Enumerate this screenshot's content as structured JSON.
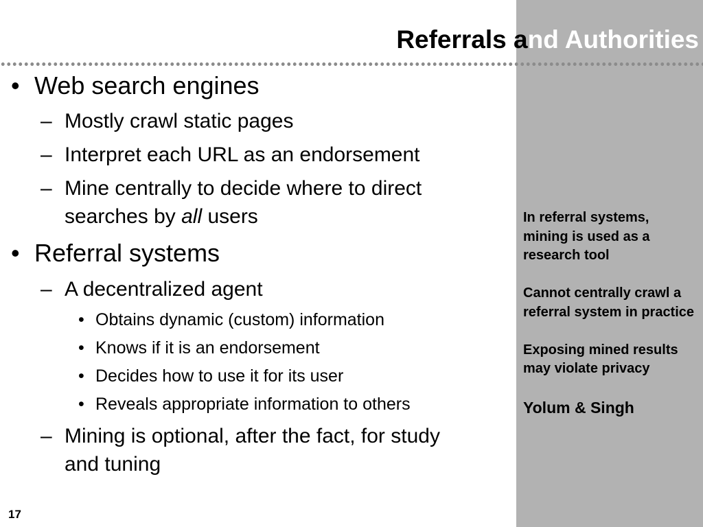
{
  "slide": {
    "title_part1": "Referrals a",
    "title_part2": "nd Authorities",
    "page_number": "17"
  },
  "bullets": {
    "web": {
      "label": "Web search engines",
      "items": [
        "Mostly crawl static pages",
        "Interpret each URL as an endorsement"
      ],
      "mine_line1": "Mine centrally to decide where to direct",
      "mine_line2_pre": "searches by ",
      "mine_line2_em": "all",
      "mine_line2_post": " users"
    },
    "referral": {
      "label": "Referral systems",
      "agent": "A decentralized agent",
      "agent_items": [
        "Obtains dynamic (custom) information",
        "Knows if it is an endorsement",
        "Decides how to use it for its user",
        "Reveals appropriate information to others"
      ],
      "mining_line1": "Mining is optional, after the fact, for study",
      "mining_line2": "and tuning"
    }
  },
  "sidebar": {
    "notes": [
      "In referral systems, mining is used as a research tool",
      "Cannot centrally crawl a referral system in practice",
      "Exposing mined results may violate privacy"
    ],
    "author": "Yolum & Singh"
  },
  "glyphs": {
    "bullet": "•",
    "dash": "–"
  },
  "colors": {
    "sidebar_bg": "#b2b2b2",
    "dots": "#8c8c8c",
    "title_overlay": "#ffffff"
  }
}
